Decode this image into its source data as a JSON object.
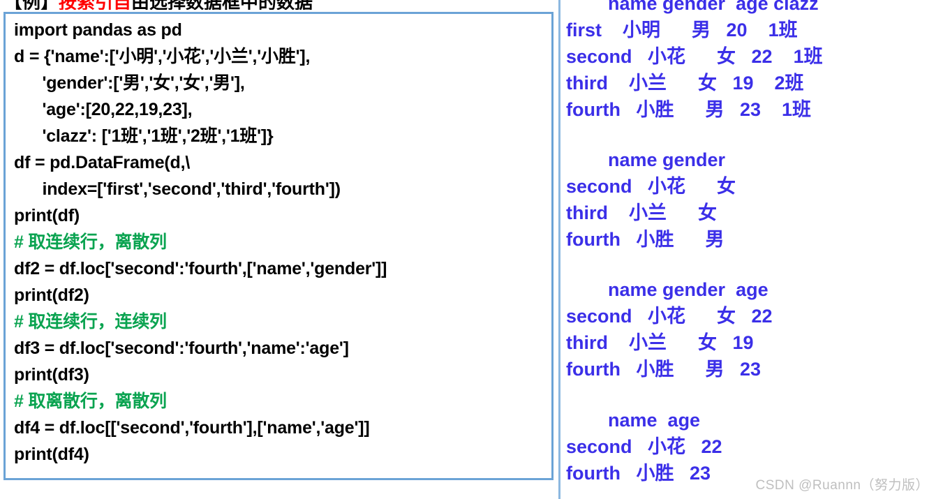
{
  "heading": {
    "prefix": "【例】",
    "highlight": "按索引自",
    "suffix": "由选择数据框中的数据",
    "highlight_color": "#ff0000"
  },
  "colors": {
    "code_text": "#000000",
    "comment_green": "#0aa350",
    "output_blue": "#3b2fe8",
    "panel_border": "#6ba3d6",
    "output_border": "#8cb8e0",
    "watermark": "#bfbfbf",
    "background": "#ffffff"
  },
  "code": {
    "language": "python",
    "lines": [
      {
        "text": "import pandas as pd",
        "kind": "code"
      },
      {
        "text": "d = {'name':['小明','小花','小兰','小胜'],",
        "kind": "code"
      },
      {
        "text": "      'gender':['男','女','女','男'],",
        "kind": "code"
      },
      {
        "text": "      'age':[20,22,19,23],",
        "kind": "code"
      },
      {
        "text": "      'clazz': ['1班','1班','2班','1班']}",
        "kind": "code"
      },
      {
        "text": "df = pd.DataFrame(d,\\",
        "kind": "code"
      },
      {
        "text": "      index=['first','second','third','fourth'])",
        "kind": "code"
      },
      {
        "text": "print(df)",
        "kind": "code"
      },
      {
        "text": "# 取连续行，离散列",
        "kind": "comment"
      },
      {
        "text": "df2 = df.loc['second':'fourth',['name','gender']]",
        "kind": "code"
      },
      {
        "text": "print(df2)",
        "kind": "code"
      },
      {
        "text": "# 取连续行，连续列",
        "kind": "comment"
      },
      {
        "text": "df3 = df.loc['second':'fourth','name':'age']",
        "kind": "code"
      },
      {
        "text": "print(df3)",
        "kind": "code"
      },
      {
        "text": "# 取离散行，离散列",
        "kind": "comment"
      },
      {
        "text": "df4 = df.loc[['second','fourth'],['name','age']]",
        "kind": "code"
      },
      {
        "text": "print(df4)",
        "kind": "code"
      }
    ]
  },
  "output": {
    "tables": [
      {
        "name": "df-full-output",
        "source": "print(df)",
        "header": "        name gender  age clazz",
        "rows": [
          "first    小明      男   20    1班",
          "second   小花      女   22    1班",
          "third    小兰      女   19    2班",
          "fourth   小胜      男   23    1班"
        ]
      },
      {
        "name": "df2-output",
        "source": "print(df2)",
        "header": "        name gender",
        "rows": [
          "second   小花      女",
          "third    小兰      女",
          "fourth   小胜      男"
        ]
      },
      {
        "name": "df3-output",
        "source": "print(df3)",
        "header": "        name gender  age",
        "rows": [
          "second   小花      女   22",
          "third    小兰      女   19",
          "fourth   小胜      男   23"
        ]
      },
      {
        "name": "df4-output",
        "source": "print(df4)",
        "header": "        name  age",
        "rows": [
          "second   小花   22",
          "fourth   小胜   23"
        ]
      }
    ]
  },
  "watermark": {
    "text": "CSDN @Ruannn（努力版）"
  }
}
